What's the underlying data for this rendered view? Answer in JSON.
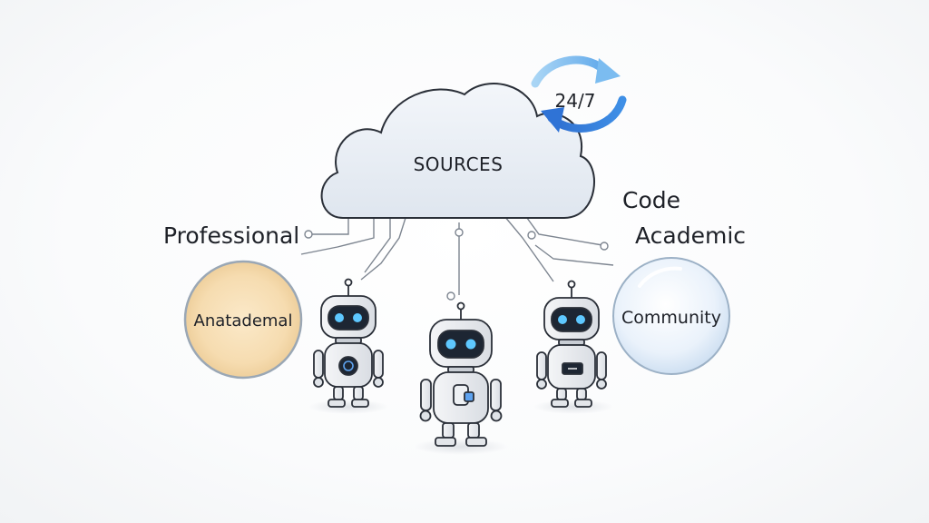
{
  "cloud": {
    "label": "SOURCES"
  },
  "badge": {
    "label": "24/7"
  },
  "side_labels": {
    "left": "Professional",
    "right_top": "Code",
    "right_bottom": "Academic"
  },
  "bubbles": {
    "left": "Anatademal",
    "right": "Community"
  },
  "colors": {
    "cloud_fill": "#e8eef6",
    "outline": "#2a2f38",
    "arrow_blue": "#3d8ee6",
    "arrow_light_blue": "#8cc4ef",
    "bubble_left": "#f7dfb6",
    "bubble_right": "#e4effa",
    "robot_eye": "#5ec8ff",
    "connector": "#7d8590"
  }
}
